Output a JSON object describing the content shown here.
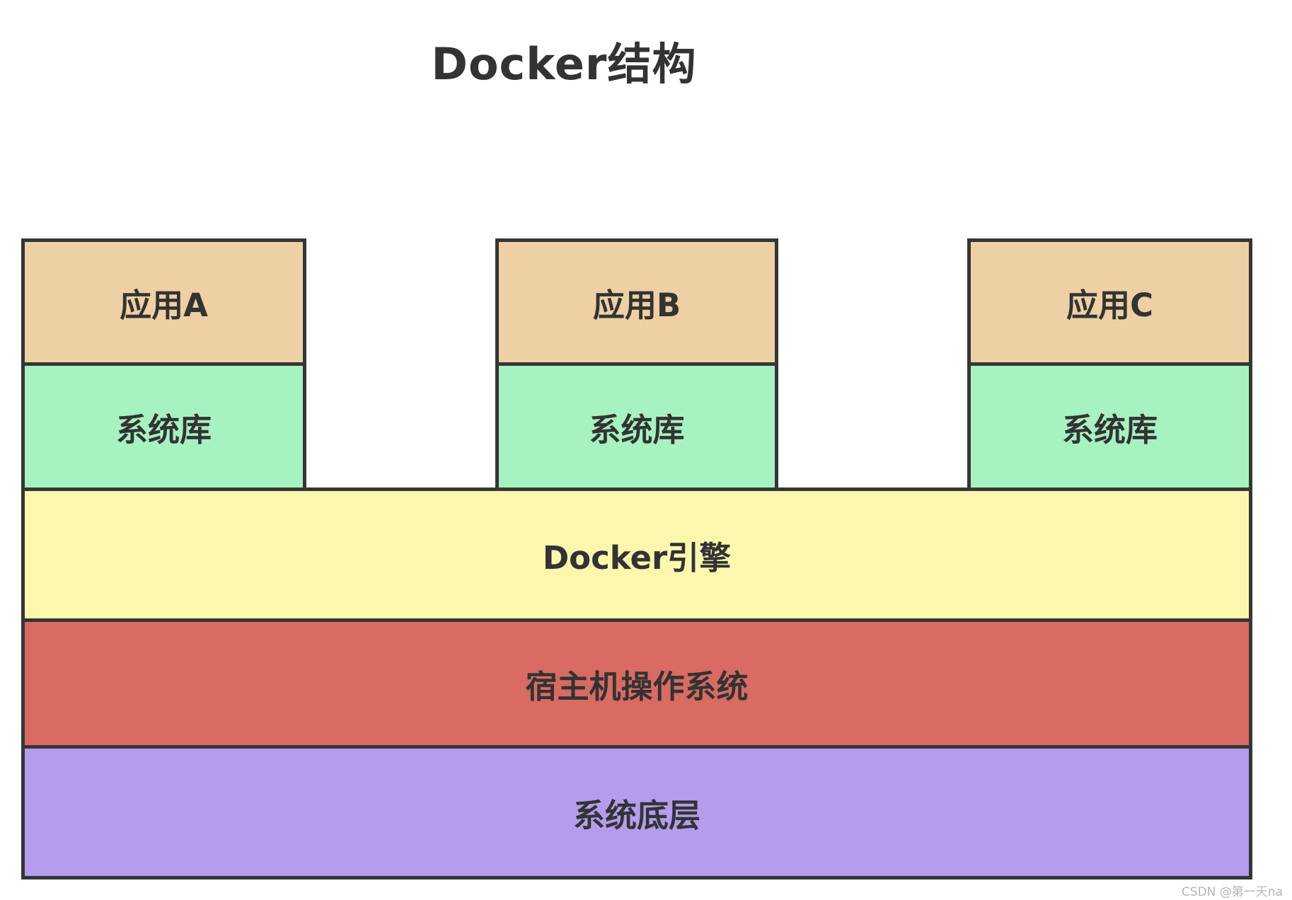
{
  "title": "Docker结构",
  "columns": [
    {
      "app": "应用A",
      "lib": "系统库"
    },
    {
      "app": "应用B",
      "lib": "系统库"
    },
    {
      "app": "应用C",
      "lib": "系统库"
    }
  ],
  "layers": {
    "engine": "Docker引擎",
    "host_os": "宿主机操作系统",
    "base": "系统底层"
  },
  "watermark": "CSDN @第一天na",
  "colors": {
    "app_box": "#edd0a3",
    "lib_box": "#a6f2c1",
    "engine_layer": "#fbf8ae",
    "host_os_layer": "#d96b62",
    "base_layer": "#b59ced",
    "border": "#363636",
    "text": "#333333",
    "watermark_text": "#b6b6b6",
    "background": "#ffffff"
  }
}
